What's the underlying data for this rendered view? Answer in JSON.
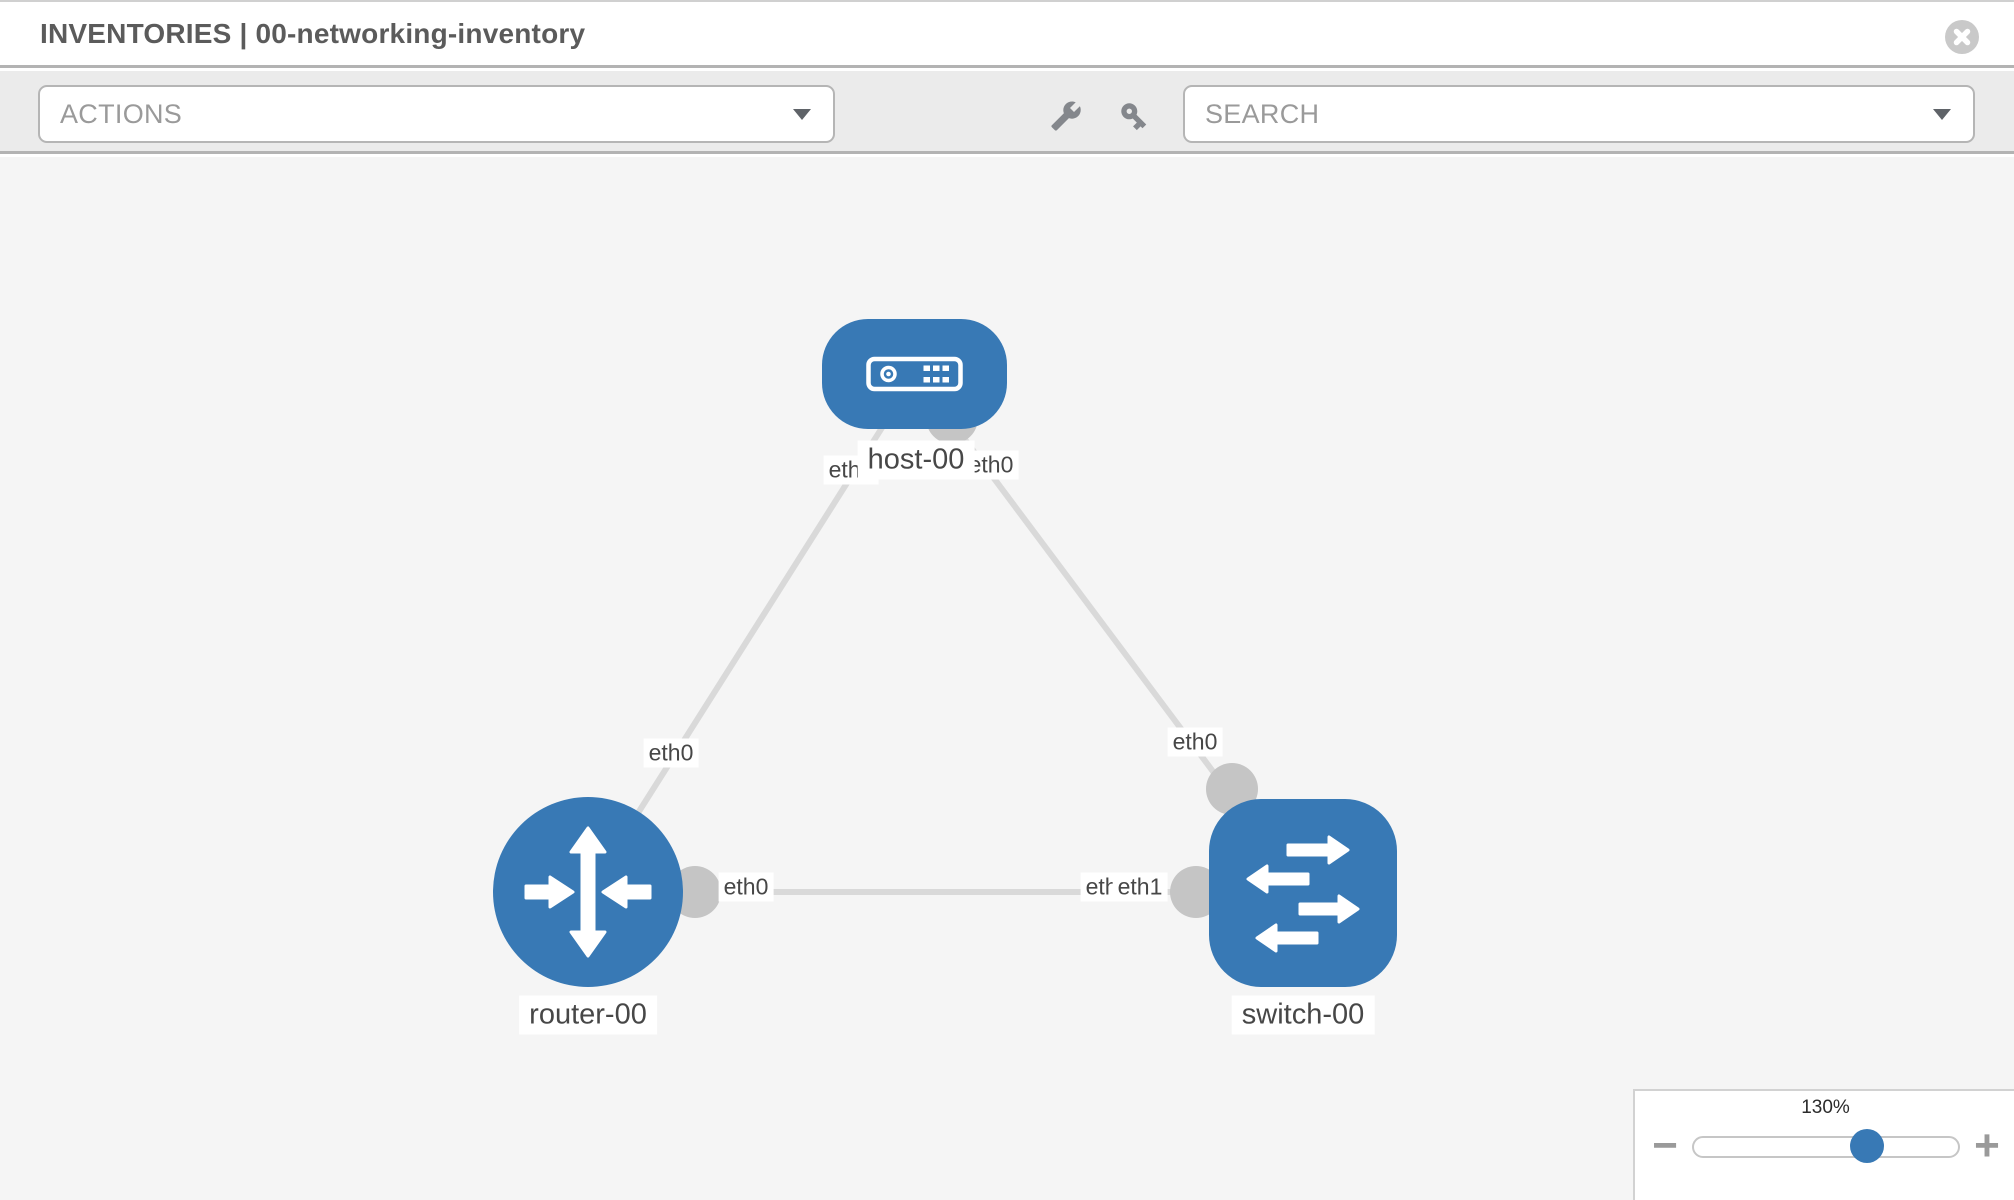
{
  "header": {
    "title": "INVENTORIES | 00-networking-inventory"
  },
  "toolbar": {
    "actions_label": "ACTIONS",
    "search_label": "SEARCH",
    "icons": [
      "wrench-icon",
      "key-icon"
    ]
  },
  "topology": {
    "nodes": [
      {
        "label": "host-00",
        "type": "host"
      },
      {
        "label": "router-00",
        "type": "router"
      },
      {
        "label": "switch-00",
        "type": "switch"
      }
    ],
    "links": [
      {
        "from": "host-00",
        "from_port": "eth0",
        "to": "router-00",
        "to_port": "eth0"
      },
      {
        "from": "host-00",
        "from_port": "eth0",
        "to": "switch-00",
        "to_port": "eth0"
      },
      {
        "from": "router-00",
        "from_port": "eth0",
        "to": "switch-00",
        "to_port": "eth1"
      }
    ],
    "port_labels": [
      {
        "text": "eth0"
      },
      {
        "text": "eth0"
      },
      {
        "text": "eth0"
      },
      {
        "text": "eth0"
      },
      {
        "text": "eth0"
      },
      {
        "text": "eth0"
      },
      {
        "text": "eth1"
      }
    ]
  },
  "zoom_control": {
    "level": "130%",
    "zoom_out_icon": "−",
    "zoom_in_icon": "+"
  },
  "theme": {
    "accent": "#3879b5",
    "link": "#d9d9d9",
    "connector": "#c5c5c5",
    "canvas-bg": "#f5f5f5",
    "toolbar-bg": "#ebebeb",
    "divider": "#b3b3b3",
    "muted-text": "#9a9a9a",
    "title-text": "#5b5b5b",
    "icon-gray": "#84878c"
  }
}
